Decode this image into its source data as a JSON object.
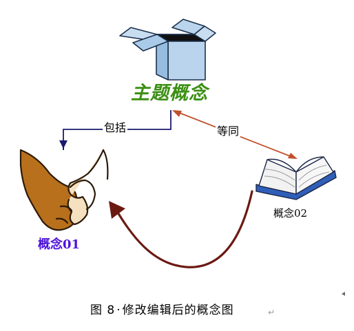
{
  "diagram": {
    "main_concept": "主题概念",
    "edge_include": "包括",
    "edge_equal": "等同",
    "concept_a": "概念01",
    "concept_b": "概念02"
  },
  "caption": {
    "prefix": "图",
    "number": "8",
    "separator": "·",
    "text": "修改编辑后的概念图"
  },
  "colors": {
    "main_concept": "#3a8f12",
    "concept_a": "#4d12d9",
    "include_connector": "#1a1a6e",
    "equal_connector": "#c0502a",
    "curved_arrow": "#6b1a12",
    "box_fill": "#a9cbe9",
    "book_cover": "#2f5fb8"
  },
  "icons": [
    "box-icon",
    "handshake-icon",
    "book-icon"
  ]
}
